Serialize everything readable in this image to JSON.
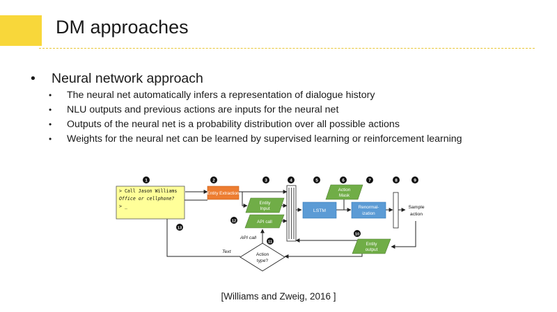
{
  "slide": {
    "title": "DM approaches",
    "bullet": "Neural network approach",
    "subbullets": [
      "The neural net automatically infers a representation of dialogue history",
      "NLU outputs and previous actions are inputs for the neural net",
      "Outputs of the neural net is a probability distribution over all possible actions",
      "Weights for the neural net can be learned by supervised learning or reinforcement learning"
    ],
    "citation": "[Williams and Zweig, 2016 ]"
  },
  "colors": {
    "accent": "#f8d73a",
    "entity_extraction": "#ed7d31",
    "green_box": "#70ad47",
    "blue_box": "#5b9bd5",
    "user_panel": "#ffff99"
  },
  "diagram": {
    "step_numbers": [
      "1",
      "2",
      "3",
      "4",
      "5",
      "6",
      "7",
      "8",
      "9",
      "10",
      "11",
      "12",
      "13"
    ],
    "user_panel": {
      "line1": "> Call Jason Williams",
      "line2": "Office or cellphone?",
      "line3": "> _"
    },
    "entity_extraction": "Entity Extraction",
    "entity_input": [
      "Entity",
      "Input"
    ],
    "api_call_box": "API call",
    "lstm": "LSTM",
    "action_mask": [
      "Action",
      "Mask"
    ],
    "renormalization": [
      "Renormal-",
      "ization"
    ],
    "sample_action": [
      "Sample",
      "action"
    ],
    "entity_output": [
      "Entity",
      "output"
    ],
    "action_type": [
      "Action",
      "type?"
    ],
    "label_text": "Text",
    "label_api_call": "API call"
  }
}
